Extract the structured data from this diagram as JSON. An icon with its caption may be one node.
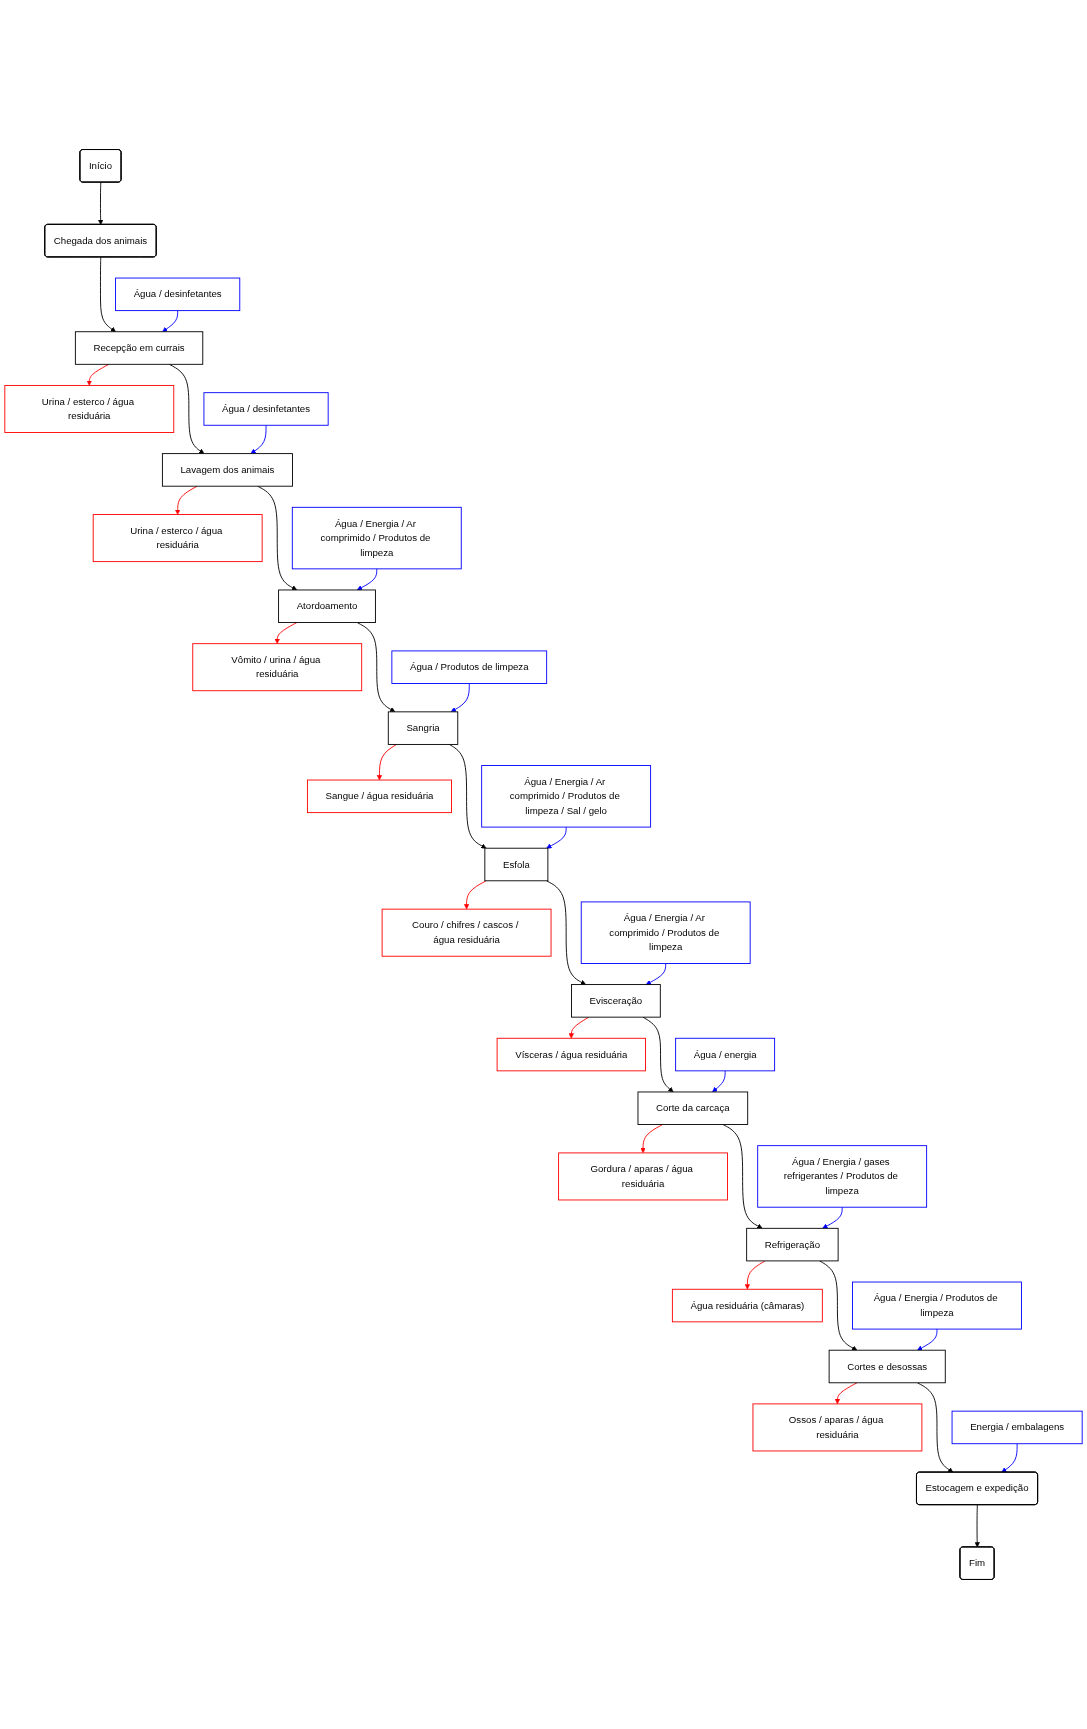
{
  "diagram": {
    "nodes": [
      {
        "text": [
          "Início"
        ]
      },
      {
        "text": [
          "Chegada dos animais"
        ]
      },
      {
        "text": [
          "Água / desinfetantes"
        ]
      },
      {
        "text": [
          "Recepção em currais"
        ]
      },
      {
        "text": [
          "Urina / esterco / água residuária"
        ]
      },
      {
        "text": [
          "Água / desinfetantes"
        ]
      },
      {
        "text": [
          "Lavagem dos animais"
        ]
      },
      {
        "text": [
          "Urina / esterco / água residuária"
        ]
      },
      {
        "text": [
          "Água / Energia / Ar comprimido / Produtos de limpeza"
        ]
      },
      {
        "text": [
          "Atordoamento"
        ]
      },
      {
        "text": [
          "Vômito / urina / água residuária"
        ]
      },
      {
        "text": [
          "Água / Produtos de limpeza"
        ]
      },
      {
        "text": [
          "Sangria"
        ]
      },
      {
        "text": [
          "Sangue / água residuária"
        ]
      },
      {
        "text": [
          "Água / Energia / Ar comprimido / Produtos de limpeza / Sal / gelo"
        ]
      },
      {
        "text": [
          "Esfola"
        ]
      },
      {
        "text": [
          "Couro / chifres / cascos / água residuária"
        ]
      },
      {
        "text": [
          "Água / Energia / Ar comprimido / Produtos de limpeza"
        ]
      },
      {
        "text": [
          "Evisceração"
        ]
      },
      {
        "text": [
          "Vísceras / água residuária"
        ]
      },
      {
        "text": [
          "Água / energia"
        ]
      },
      {
        "text": [
          "Corte da carcaça"
        ]
      },
      {
        "text": [
          "Gordura / aparas / água residuária"
        ]
      },
      {
        "text": [
          "Água / Energia / gases refrigerantes / Produtos de limpeza"
        ]
      },
      {
        "text": [
          "Refrigeração"
        ]
      },
      {
        "text": [
          "Água residuária (câmaras)"
        ]
      },
      {
        "text": [
          "Água / Energia / Produtos de limpeza"
        ]
      },
      {
        "text": [
          "Cortes e desossas"
        ]
      },
      {
        "text": [
          "Ossos / aparas / água residuária"
        ]
      },
      {
        "text": [
          "Energia / embalagens"
        ]
      },
      {
        "text": [
          "Estocagem e expedição"
        ]
      },
      {
        "text": [
          "Fim"
        ]
      }
    ],
    "edges": [
      {
        "from": 0,
        "to": 1,
        "arrow": "to"
      },
      {
        "from": 1,
        "to": 3,
        "arrow": "to"
      },
      {
        "from": 2,
        "to": 3,
        "arrow": "to",
        "color": "#0000ff"
      },
      {
        "from": 3,
        "to": 4,
        "arrow": "to",
        "color": "#ff0000"
      },
      {
        "from": 3,
        "to": 6,
        "arrow": "to"
      },
      {
        "from": 5,
        "to": 6,
        "arrow": "to",
        "color": "#0000ff"
      },
      {
        "from": 6,
        "to": 7,
        "arrow": "to",
        "color": "#ff0000"
      },
      {
        "from": 6,
        "to": 9,
        "arrow": "to"
      },
      {
        "from": 8,
        "to": 9,
        "arrow": "to",
        "color": "#0000ff"
      },
      {
        "from": 9,
        "to": 10,
        "arrow": "to",
        "color": "#ff0000"
      },
      {
        "from": 9,
        "to": 12,
        "arrow": "to"
      },
      {
        "from": 11,
        "to": 12,
        "arrow": "to",
        "color": "#0000ff"
      },
      {
        "from": 12,
        "to": 13,
        "arrow": "to",
        "color": "#ff0000"
      },
      {
        "from": 12,
        "to": 15,
        "arrow": "to"
      },
      {
        "from": 14,
        "to": 15,
        "arrow": "to",
        "color": "#0000ff"
      },
      {
        "from": 15,
        "to": 16,
        "arrow": "to",
        "color": "#ff0000"
      },
      {
        "from": 15,
        "to": 18,
        "arrow": "to"
      },
      {
        "from": 17,
        "to": 18,
        "arrow": "to",
        "color": "#0000ff"
      },
      {
        "from": 18,
        "to": 19,
        "arrow": "to",
        "color": "#ff0000"
      },
      {
        "from": 18,
        "to": 21,
        "arrow": "to"
      },
      {
        "from": 20,
        "to": 21,
        "arrow": "to",
        "color": "#0000ff"
      },
      {
        "from": 21,
        "to": 22,
        "arrow": "to",
        "color": "#ff0000"
      },
      {
        "from": 21,
        "to": 24,
        "arrow": "to"
      },
      {
        "from": 23,
        "to": 24,
        "arrow": "to",
        "color": "#0000ff"
      },
      {
        "from": 24,
        "to": 25,
        "arrow": "to",
        "color": "#ff0000"
      },
      {
        "from": 24,
        "to": 27,
        "arrow": "to"
      },
      {
        "from": 26,
        "to": 27,
        "arrow": "to",
        "color": "#0000ff"
      },
      {
        "from": 27,
        "to": 28,
        "arrow": "to",
        "color": "#ff0000"
      },
      {
        "from": 27,
        "to": 30,
        "arrow": "to"
      },
      {
        "from": 29,
        "to": 30,
        "arrow": "to",
        "color": "#0000ff"
      },
      {
        "from": 30,
        "to": 31,
        "arrow": "to"
      }
    ]
  }
}
